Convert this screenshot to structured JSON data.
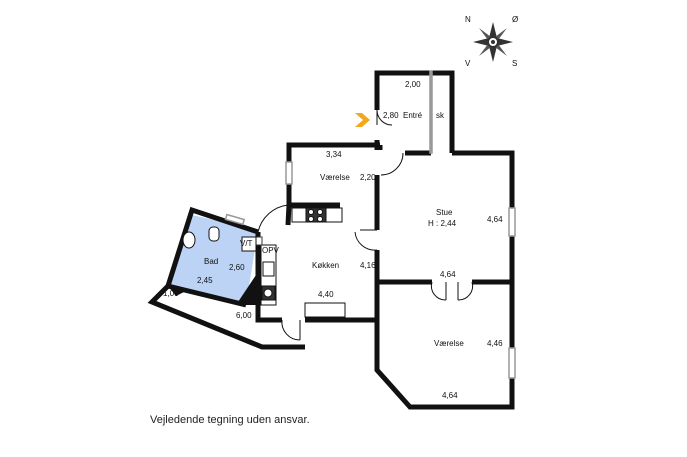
{
  "rooms": {
    "entre": {
      "name": "Entré",
      "width": "2,00",
      "depth": "2,80",
      "closet": "sk"
    },
    "vaerelse_top": {
      "name": "Værelse",
      "width": "3,34",
      "depth": "2,20"
    },
    "stue": {
      "name": "Stue",
      "height": "H : 2,44",
      "depth": "4,64",
      "width": "4,64"
    },
    "kokken": {
      "name": "Køkken",
      "depth": "4,16",
      "width": "4,40"
    },
    "bad": {
      "name": "Bad",
      "depth": "2,60",
      "width": "2,45",
      "vt": "V/T",
      "opv": "OPV"
    },
    "vaerelse_bottom": {
      "name": "Værelse",
      "depth": "4,46",
      "width": "4,64"
    },
    "altan": {
      "depth": "1,00",
      "width": "6,00"
    }
  },
  "compass": {
    "n": "N",
    "o": "Ø",
    "v": "V",
    "s": "S"
  },
  "colors": {
    "wall": "#111111",
    "bath": "#bcd3f5",
    "entrance_arrow": "#f2a81d",
    "window": "#999999"
  },
  "disclaimer": "Vejledende tegning uden ansvar."
}
